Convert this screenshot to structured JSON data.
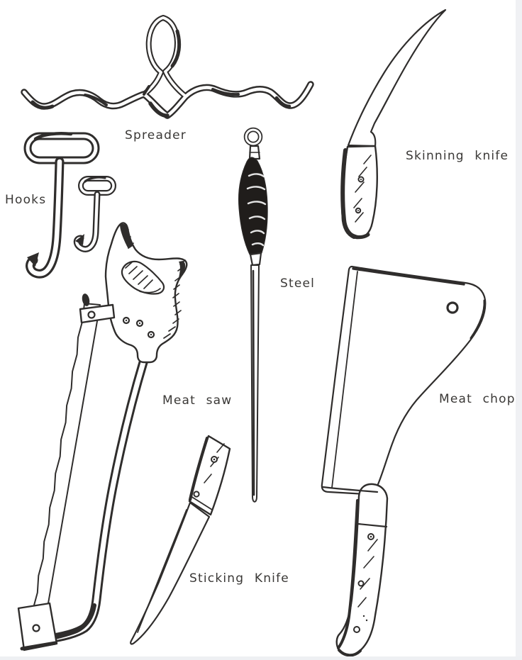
{
  "figure": {
    "description": "Hand-drawn illustration of butchery tools",
    "labels": {
      "spreader": "Spreader",
      "hooks": "Hooks",
      "skinning_knife": "Skinning knife",
      "steel": "Steel",
      "meat_saw": "Meat saw",
      "meat_chop": "Meat chop",
      "sticking_knife": "Sticking Knife"
    },
    "colors": {
      "ink": "#2f2d2c",
      "paper": "#ffffff",
      "right_gutter": "#f0f1f4",
      "bottom_gutter": "#eef0f3"
    }
  }
}
